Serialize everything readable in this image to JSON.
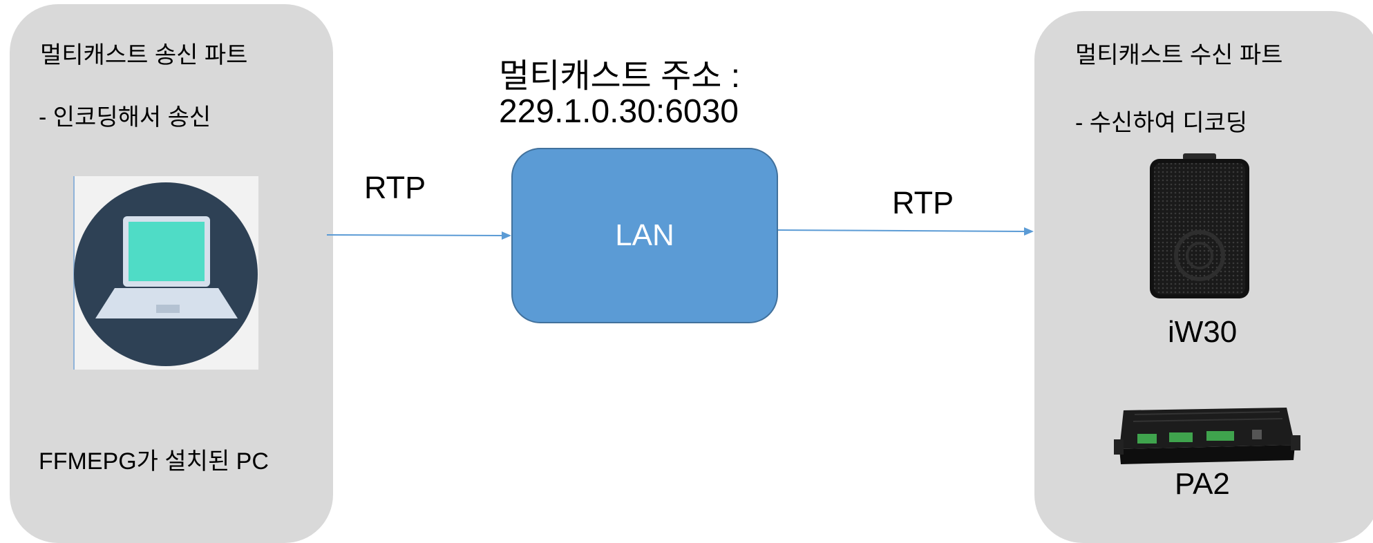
{
  "sender": {
    "title": "멀티캐스트 송신 파트",
    "desc": "- 인코딩해서 송신",
    "caption": "FFMEPG가 설치된 PC"
  },
  "receiver": {
    "title": "멀티캐스트 수신 파트",
    "desc": "- 수신하여 디코딩",
    "device1": "iW30",
    "device2": "PA2"
  },
  "network": {
    "address_label": "멀티캐스트 주소 :",
    "address_value": "229.1.0.30:6030",
    "node_label": "LAN",
    "in_protocol": "RTP",
    "out_protocol": "RTP"
  },
  "colors": {
    "panel": "#d9d9d9",
    "lan_fill": "#5b9bd5",
    "lan_border": "#41719c",
    "arrow": "#5b9bd5",
    "laptop_circle": "#2e4155",
    "laptop_screen": "#4fdcc6"
  },
  "icons": {
    "sender_device": "laptop-icon",
    "speaker_device": "speaker-icon",
    "amplifier_device": "pa-amplifier-icon"
  }
}
